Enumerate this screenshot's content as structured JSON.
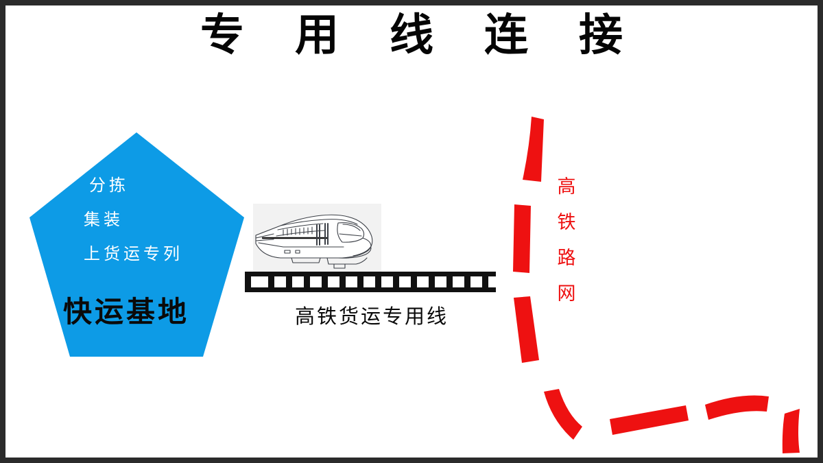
{
  "slide": {
    "title": "专用线连接",
    "background_color": "#ffffff",
    "frame_color": "#2b2b2b"
  },
  "colors": {
    "pentagon_blue": "#0d9be6",
    "network_red": "#ee1111",
    "track_black": "#111111",
    "title_black": "#050505"
  },
  "pentagon": {
    "name": "快运基地",
    "process_lines": [
      "分拣",
      "集装",
      "上货运专列"
    ]
  },
  "train": {
    "icon": "high-speed-train-icon",
    "rail_label": "高铁货运专用线"
  },
  "network": {
    "label_chars": [
      "高",
      "铁",
      "路",
      "网"
    ],
    "label": "高铁路网",
    "dash_count": 7
  }
}
